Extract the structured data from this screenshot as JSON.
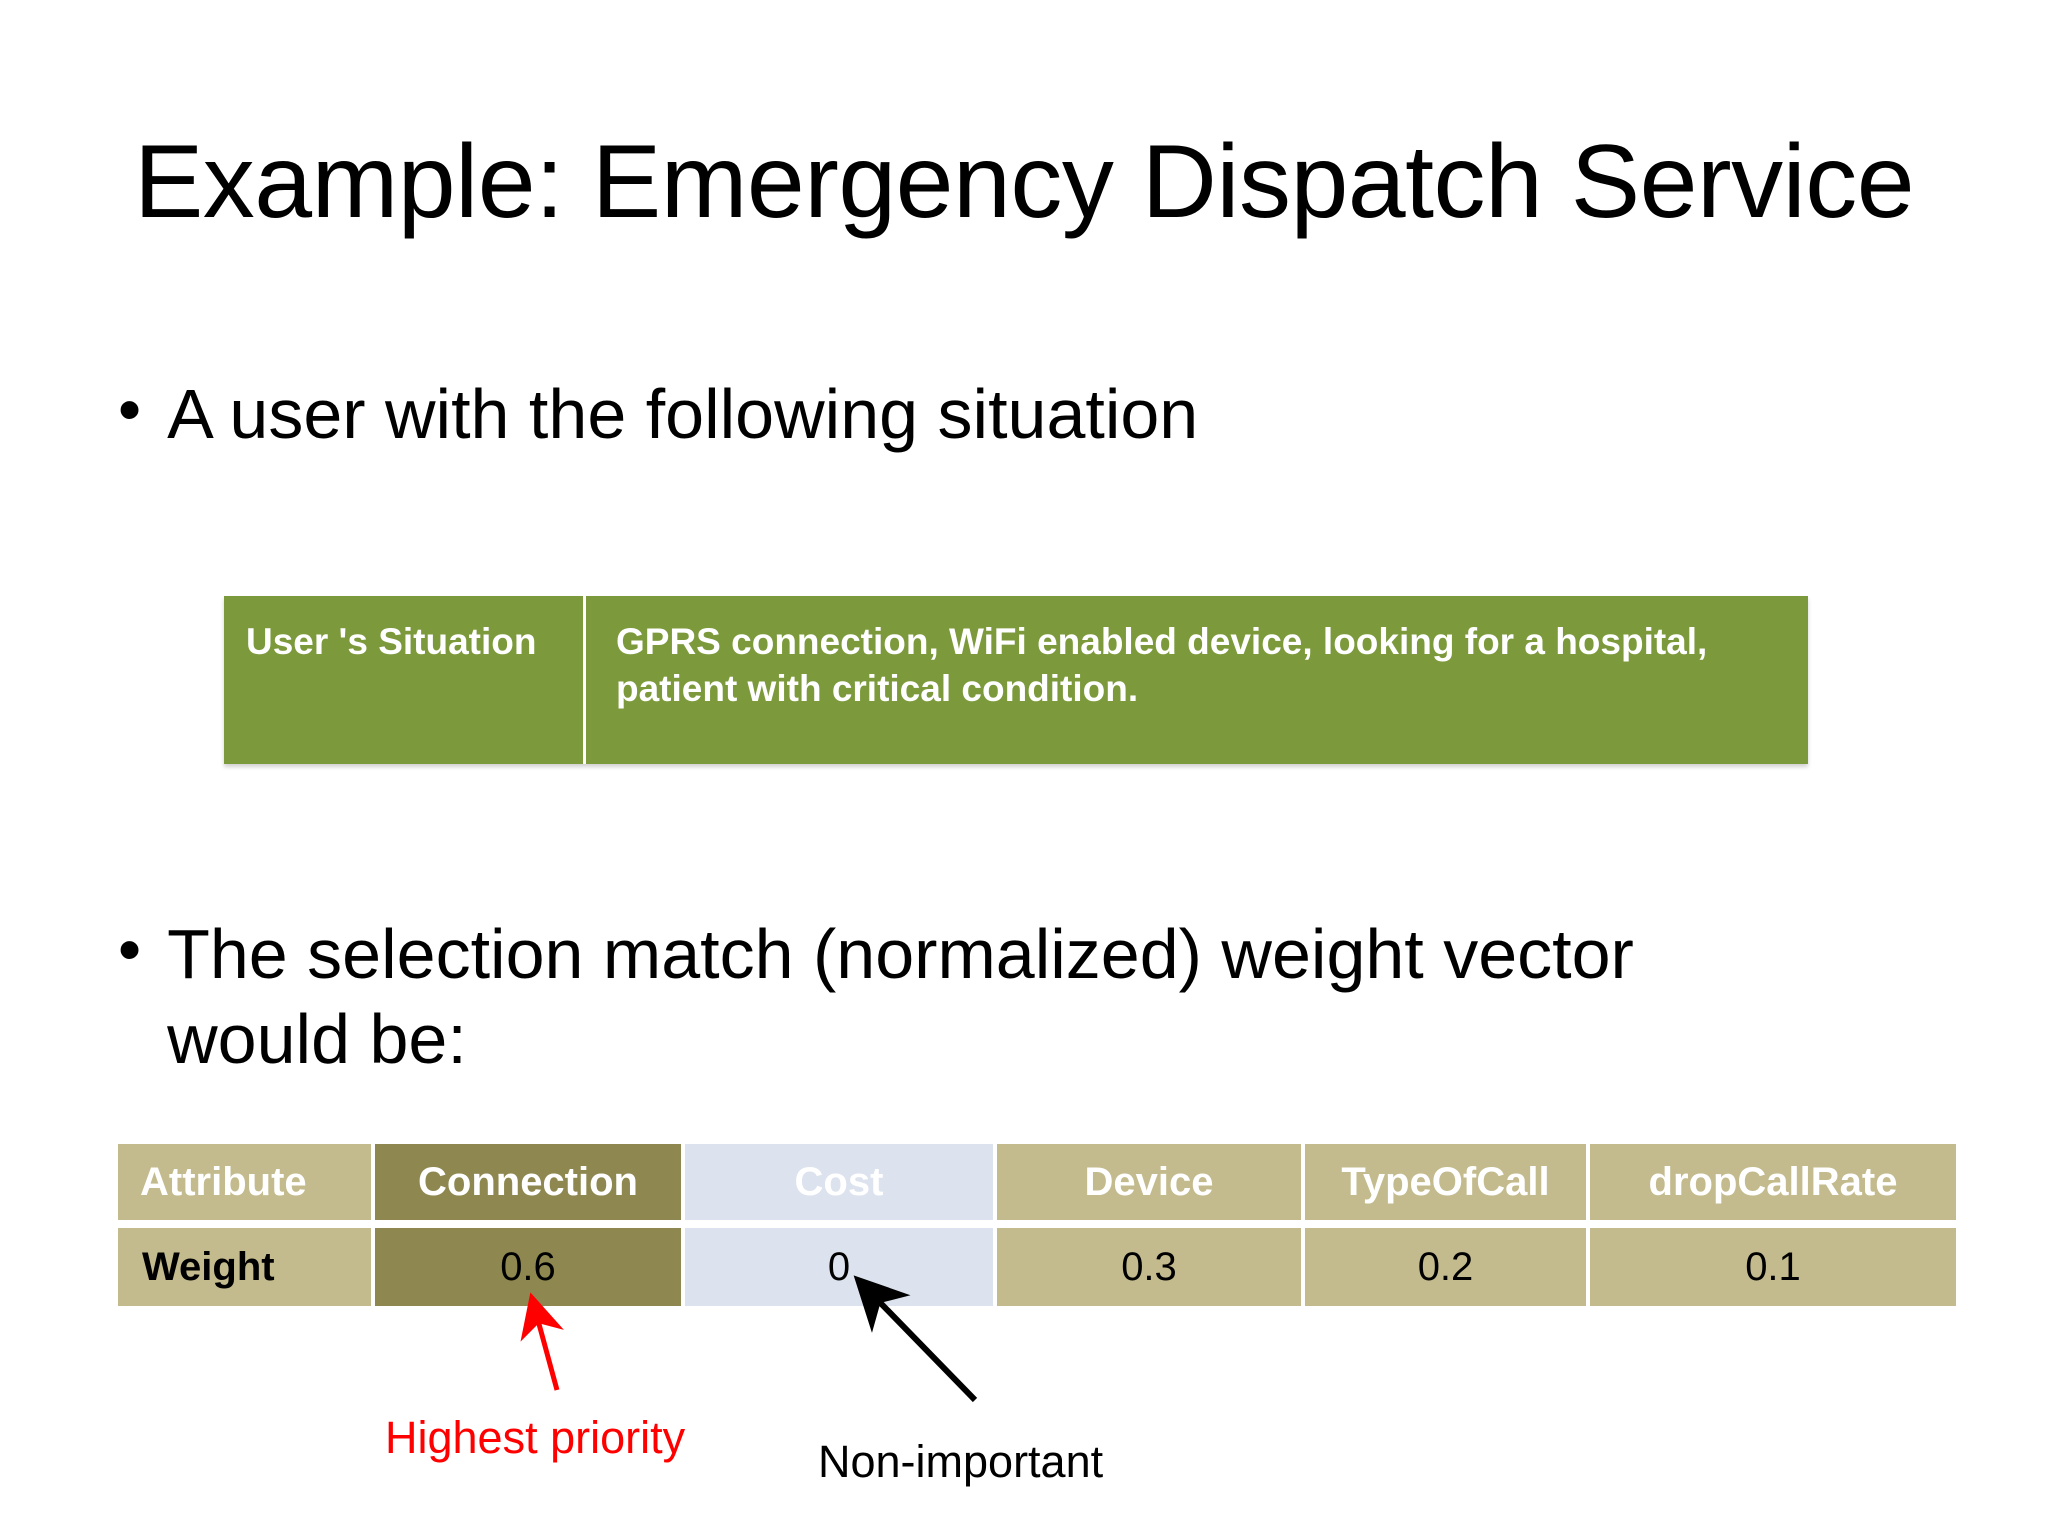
{
  "slide": {
    "title": "Example: Emergency Dispatch Service",
    "background_color": "#ffffff"
  },
  "bullets": [
    {
      "marker": "•",
      "text": "A user with the following situation"
    },
    {
      "marker": "•",
      "text": "The selection match (normalized) weight vector would be:"
    }
  ],
  "situation_table": {
    "accent_color": "#7c9a3c",
    "label": "User 's Situation",
    "value": "GPRS connection, WiFi enabled device, looking for a hospital, patient with critical condition."
  },
  "weight_table": {
    "type": "table",
    "row_headers": [
      "Attribute",
      "Weight"
    ],
    "columns": [
      {
        "header": "Attribute",
        "weight": "Weight",
        "header_color": "#c3bb8d",
        "cell_color": "#c3bb8d"
      },
      {
        "header": "Connection",
        "weight": "0.6",
        "header_color": "#8e8850",
        "cell_color": "#8e8850"
      },
      {
        "header": "Cost",
        "weight": "0",
        "header_color": "#dce2ee",
        "cell_color": "#dce2ee"
      },
      {
        "header": "Device",
        "weight": "0.3",
        "header_color": "#c3bb8d",
        "cell_color": "#c3bb8d"
      },
      {
        "header": "TypeOfCall",
        "weight": "0.2",
        "header_color": "#c3bb8d",
        "cell_color": "#c3bb8d"
      },
      {
        "header": "dropCallRate",
        "weight": "0.1",
        "header_color": "#c3bb8d",
        "cell_color": "#c3bb8d"
      }
    ]
  },
  "chart_data": {
    "type": "table",
    "title": "Selection match (normalized) weight vector",
    "categories": [
      "Connection",
      "Cost",
      "Device",
      "TypeOfCall",
      "dropCallRate"
    ],
    "values": [
      0.6,
      0,
      0.3,
      0.2,
      0.1
    ],
    "xlabel": "Attribute",
    "ylabel": "Weight",
    "annotations": [
      {
        "label": "Highest priority",
        "target": "Connection",
        "value": 0.6,
        "color": "#ff0000"
      },
      {
        "label": "Non-important",
        "target": "Cost",
        "value": 0,
        "color": "#000000"
      }
    ]
  },
  "annotations": {
    "highest_priority": "Highest priority",
    "non_important": "Non-important",
    "highest_priority_color": "#ff0000",
    "non_important_color": "#000000"
  }
}
